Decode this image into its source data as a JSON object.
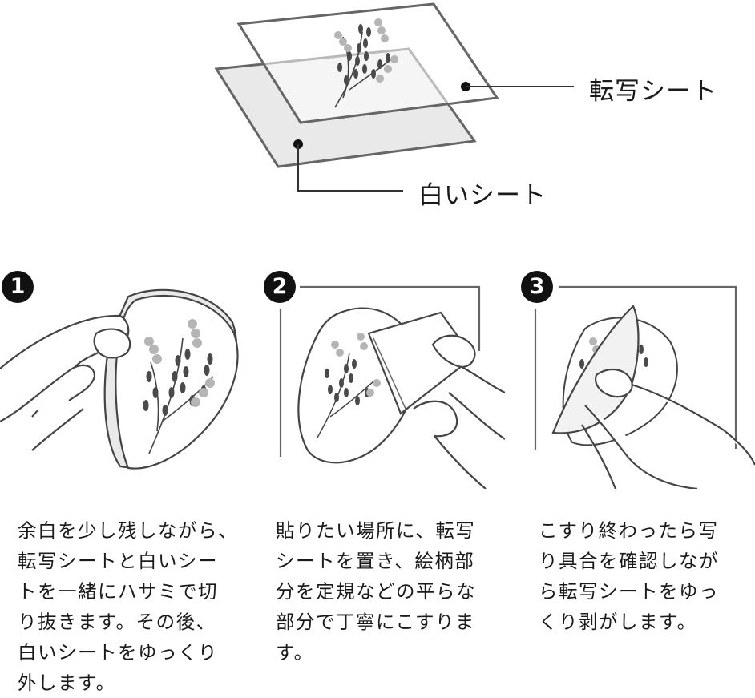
{
  "labels": {
    "transfer_sheet": "転写シート",
    "white_sheet": "白いシート"
  },
  "steps": [
    {
      "number": "1",
      "lines": [
        "余白を少し残しながら、",
        "転写シートと白いシー",
        "トを一緒にハサミで切",
        "り抜きます。その後、",
        "白いシートをゆっくり",
        "外します。"
      ]
    },
    {
      "number": "2",
      "lines": [
        "貼りたい場所に、転写",
        "シートを置き、絵柄部",
        "分を定規などの平らな",
        "部分で丁寧にこすりま",
        "す。"
      ]
    },
    {
      "number": "3",
      "lines": [
        "こすり終わったら写",
        "り具合を確認しなが",
        "ら転写シートをゆっ",
        "くり剥がします。"
      ]
    }
  ],
  "colors": {
    "line": "#555555",
    "sheet_fill": "#e9e9e9",
    "badge": "#111111"
  }
}
